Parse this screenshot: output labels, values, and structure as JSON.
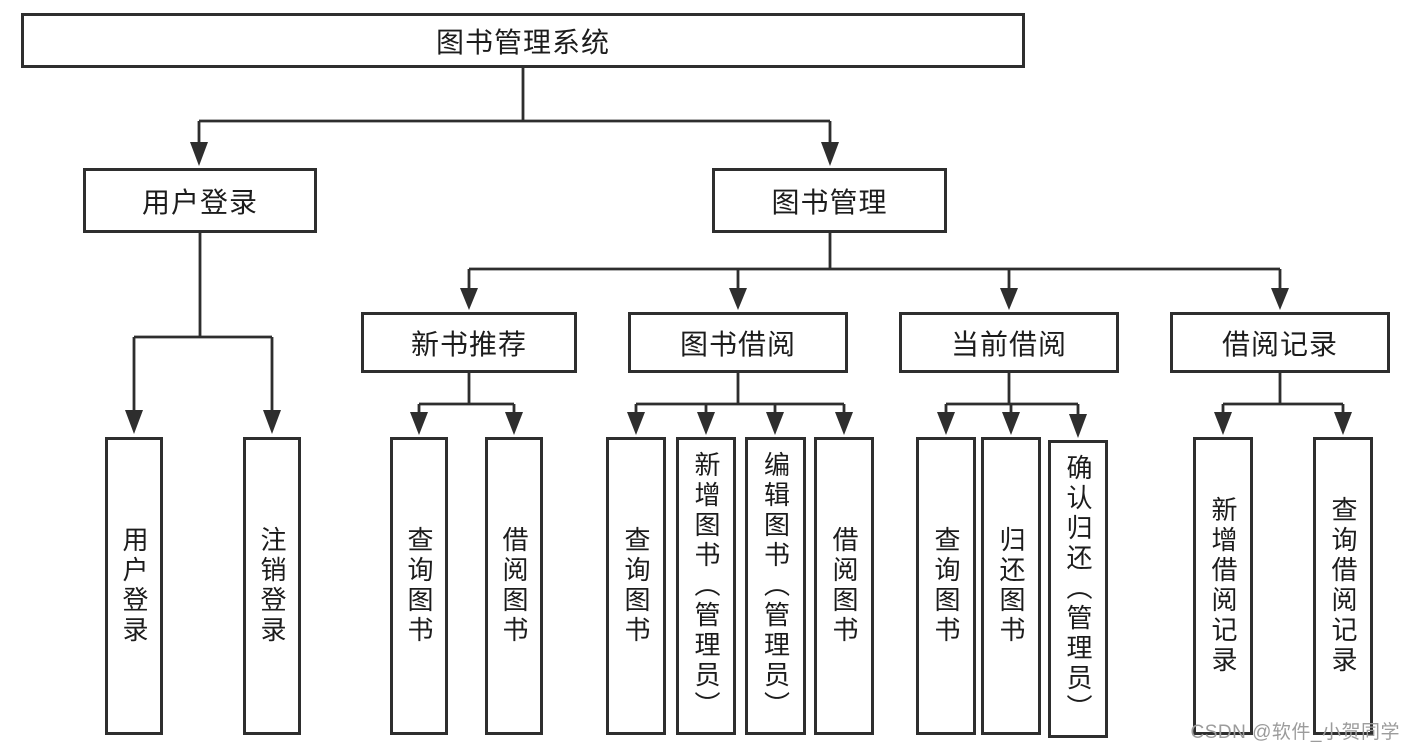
{
  "diagram_title": "图书管理系统",
  "tree": {
    "label": "图书管理系统",
    "children": {
      "user_login": {
        "label": "用户登录",
        "children": {
          "login": {
            "label": "用户登录"
          },
          "logout": {
            "label": "注销登录"
          }
        }
      },
      "book_mgmt": {
        "label": "图书管理",
        "children": {
          "new_book_rec": {
            "label": "新书推荐",
            "children": {
              "query_book": {
                "label": "查询图书"
              },
              "borrow_book": {
                "label": "借阅图书"
              }
            }
          },
          "book_borrow": {
            "label": "图书借阅",
            "children": {
              "query_book": {
                "label": "查询图书"
              },
              "add_book": {
                "label": "新增图书（管理员）"
              },
              "edit_book": {
                "label": "编辑图书（管理员）"
              },
              "borrow_book": {
                "label": "借阅图书"
              }
            }
          },
          "current_borrow": {
            "label": "当前借阅",
            "children": {
              "query_book": {
                "label": "查询图书"
              },
              "return_book": {
                "label": "归还图书"
              },
              "confirm_return": {
                "label": "确认归还（管理员）"
              }
            }
          },
          "borrow_record": {
            "label": "借阅记录",
            "children": {
              "add_record": {
                "label": "新增借阅记录"
              },
              "query_record": {
                "label": "查询借阅记录"
              }
            }
          }
        }
      }
    }
  },
  "watermark": {
    "text": "CSDN @软件_小贺同学"
  },
  "colors": {
    "line": "#2e2e2e",
    "text": "#1c1c1c",
    "background": "#ffffff",
    "watermark": "#9c9c9c"
  }
}
